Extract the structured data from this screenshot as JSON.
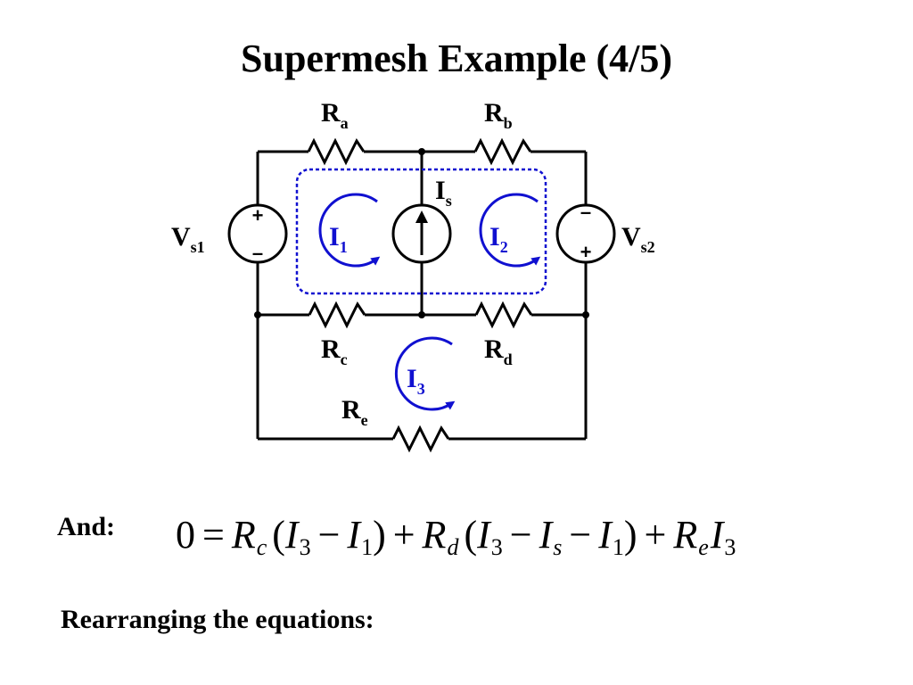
{
  "slide": {
    "title": "Supermesh Example (4/5)"
  },
  "circuit": {
    "resistors": {
      "ra": {
        "main": "R",
        "sub": "a"
      },
      "rb": {
        "main": "R",
        "sub": "b"
      },
      "rc": {
        "main": "R",
        "sub": "c"
      },
      "rd": {
        "main": "R",
        "sub": "d"
      },
      "re": {
        "main": "R",
        "sub": "e"
      }
    },
    "sources": {
      "vs1": {
        "main": "V",
        "sub": "s1",
        "top_sign": "+",
        "bottom_sign": "–"
      },
      "vs2": {
        "main": "V",
        "sub": "s2",
        "top_sign": "–",
        "bottom_sign": "+"
      },
      "is": {
        "main": "I",
        "sub": "s"
      }
    },
    "mesh_currents": {
      "i1": {
        "main": "I",
        "sub": "1"
      },
      "i2": {
        "main": "I",
        "sub": "2"
      },
      "i3": {
        "main": "I",
        "sub": "3"
      }
    },
    "colors": {
      "mesh": "#1010d0",
      "wire": "#000000"
    }
  },
  "equation": {
    "label": "And:",
    "zero": "0",
    "eq": "=",
    "plus": "+",
    "minus": "−",
    "lparen": "(",
    "rparen": ")",
    "R": "R",
    "I": "I",
    "c": "c",
    "d": "d",
    "e": "e",
    "s": "s",
    "one": "1",
    "three": "3"
  },
  "footer": {
    "text": "Rearranging the equations:"
  }
}
